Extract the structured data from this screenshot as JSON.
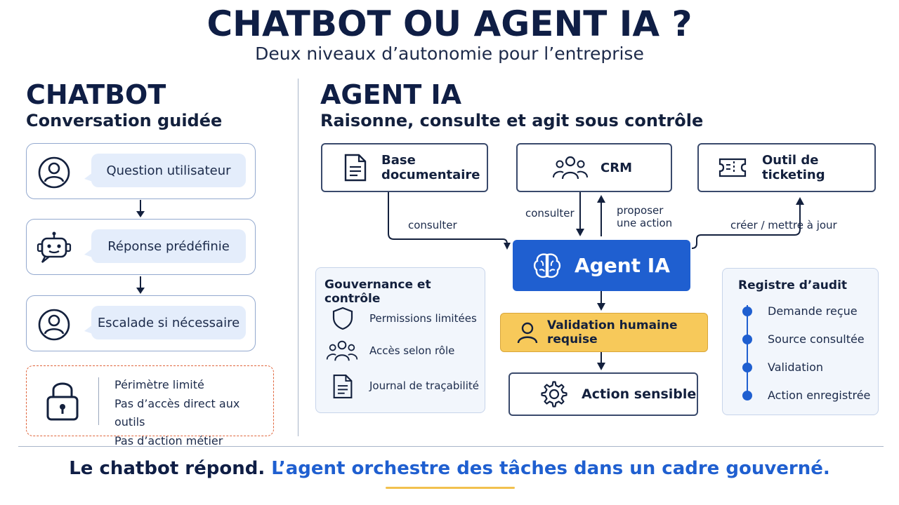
{
  "header": {
    "title": "CHATBOT OU AGENT IA ?",
    "subtitle": "Deux niveaux d’autonomie pour l’entreprise"
  },
  "chatbot": {
    "heading": "CHATBOT",
    "subheading": "Conversation guidée",
    "steps": [
      {
        "label": "Question utilisateur",
        "icon": "user-icon"
      },
      {
        "label": "Réponse prédéfinie",
        "icon": "robot-icon"
      },
      {
        "label": "Escalade si nécessaire",
        "icon": "user-icon"
      }
    ],
    "limits": {
      "icon": "lock-icon",
      "items": [
        "Périmètre limité",
        "Pas d’accès direct aux outils",
        "Pas d’action métier"
      ]
    }
  },
  "agent": {
    "heading": "AGENT IA",
    "subheading": "Raisonne, consulte et agit sous contrôle",
    "tools": {
      "docs": {
        "label": "Base documentaire",
        "icon": "document-icon"
      },
      "crm": {
        "label": "CRM",
        "icon": "team-icon"
      },
      "ticketing": {
        "label": "Outil de ticketing",
        "icon": "ticket-icon"
      }
    },
    "flows": {
      "docs": "consulter",
      "crm_in": "consulter",
      "crm_out": "proposer une action",
      "ticketing": "créer / mettre à jour"
    },
    "core": {
      "label": "Agent IA",
      "icon": "brain-icon"
    },
    "validation": {
      "label": "Validation humaine requise",
      "icon": "person-icon"
    },
    "action": {
      "label": "Action sensible",
      "icon": "gear-icon"
    },
    "governance": {
      "title": "Gouvernance et contrôle",
      "items": [
        {
          "label": "Permissions limitées",
          "icon": "shield-icon"
        },
        {
          "label": "Accès selon rôle",
          "icon": "team-icon"
        },
        {
          "label": "Journal de traçabilité",
          "icon": "document-icon"
        }
      ]
    },
    "audit": {
      "title": "Registre d’audit",
      "items": [
        "Demande reçue",
        "Source consultée",
        "Validation",
        "Action enregistrée"
      ]
    }
  },
  "footer": {
    "part1": "Le chatbot répond.",
    "part2": "L’agent orchestre des tâches dans un cadre gouverné."
  },
  "colors": {
    "primary_blue": "#1f5fd0",
    "navy": "#0f1e45",
    "validation_yellow": "#f7c95a",
    "limit_orange": "#e0663d",
    "bubble_blue": "#e4edfb"
  }
}
